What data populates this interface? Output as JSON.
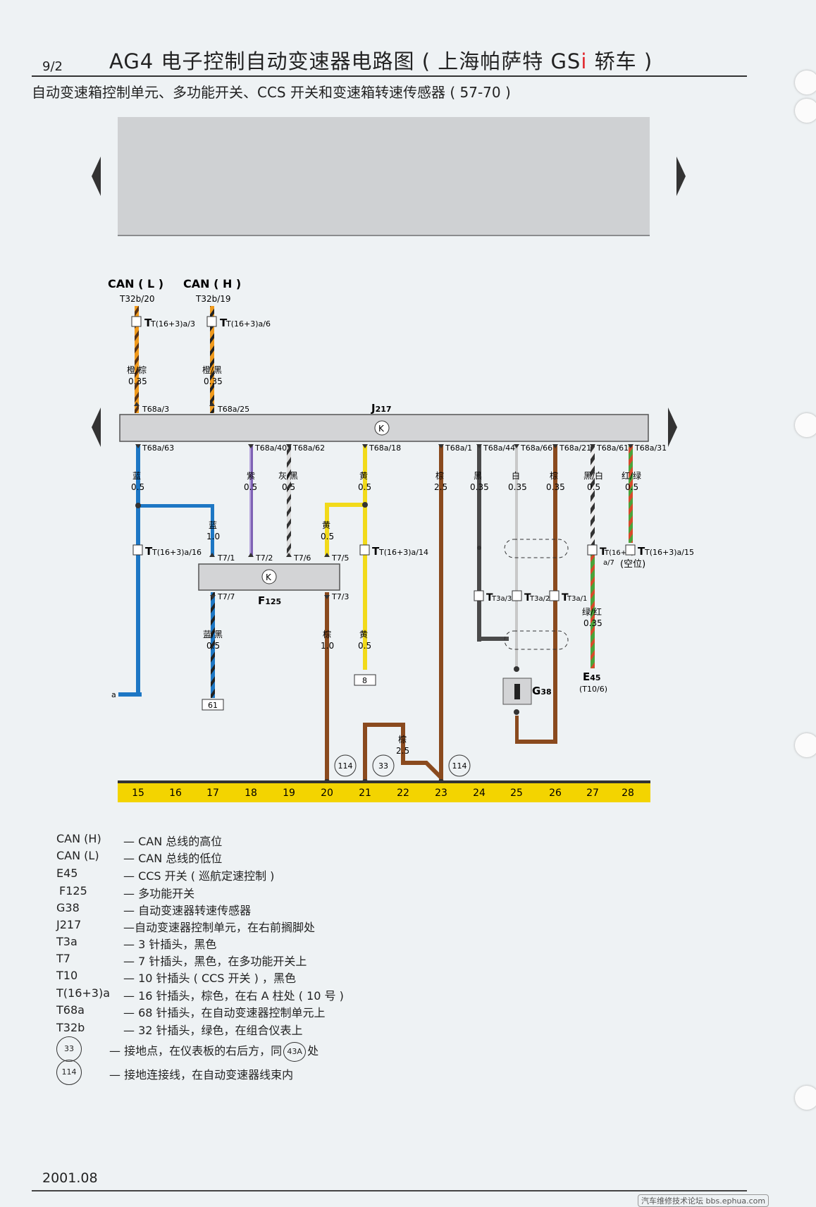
{
  "header": {
    "page_number": "9/2",
    "title_main": "AG4 电子控制自动变速器电路图 ( 上海帕萨特 GS",
    "title_i": "i",
    "title_tail": " 轿车 )",
    "subtitle": "自动变速箱控制单元、多功能开关、CCS 开关和变速箱转速传感器 ( 57-70 )"
  },
  "diagram": {
    "can_l": {
      "label": "CAN ( L )",
      "pin": "T32b/20",
      "connector": "T(16+3)a/3",
      "wire_color": "橙/棕",
      "wire_size": "0.35",
      "j_pin": "T68a/3"
    },
    "can_h": {
      "label": "CAN ( H )",
      "pin": "T32b/19",
      "connector": "T(16+3)a/6",
      "wire_color": "橙/黑",
      "wire_size": "0.35",
      "j_pin": "T68a/25"
    },
    "j217": {
      "name": "J",
      "sub": "217"
    },
    "f125": {
      "name": "F",
      "sub": "125"
    },
    "g38": {
      "name": "G",
      "sub": "38"
    },
    "e45": {
      "name": "E",
      "sub": "45",
      "note": "(T10/6)"
    },
    "j_bottom_pins": [
      "T68a/63",
      "T68a/40",
      "T68a/62",
      "T68a/18",
      "T68a/1",
      "T68a/44",
      "T68a/66",
      "T68a/21",
      "T68a/61",
      "T68a/31"
    ],
    "wires": [
      {
        "color_name": "蓝",
        "size": "0.5",
        "hex": "#1d77c4"
      },
      {
        "color_name": "紫",
        "size": "0.5",
        "hex": "#7f62b4"
      },
      {
        "color_name": "灰/黑",
        "size": "0.5",
        "hex": "#8a8a8a"
      },
      {
        "color_name": "黄",
        "size": "0.5",
        "hex": "#f2da1a"
      },
      {
        "color_name": "棕",
        "size": "2.5",
        "hex": "#8a4a1e"
      },
      {
        "color_name": "黑",
        "size": "0.35",
        "hex": "#444444"
      },
      {
        "color_name": "白",
        "size": "0.35",
        "hex": "#c8c8c8"
      },
      {
        "color_name": "棕",
        "size": "0.35",
        "hex": "#8a4a1e"
      },
      {
        "color_name": "黑/白",
        "size": "0.5",
        "hex": "#555555"
      },
      {
        "color_name": "红/绿",
        "size": "0.5",
        "hex": "#d84a2a"
      }
    ],
    "branch_blue": {
      "color_name": "蓝",
      "size": "1.0"
    },
    "branch_yellow": {
      "color_name": "黄",
      "size": "0.5"
    },
    "conn_16_16": "T(16+3)a/16",
    "conn_16_14": "T(16+3)a/14",
    "conn_16_7_a": "T(16+3)",
    "conn_16_7_b": "a/7",
    "conn_16_15": "T(16+3)a/15",
    "conn_16_15_note": "(空位)",
    "f_top_pins": [
      "T7/1",
      "T7/2",
      "T7/6",
      "T7/5"
    ],
    "f_bottom_pins": [
      "T7/7",
      "T7/3"
    ],
    "t3a": [
      "T3a/3",
      "T3a/2",
      "T3a/1"
    ],
    "below_f": [
      {
        "color_name": "蓝/黑",
        "size": "0.5"
      },
      {
        "color_name": "棕",
        "size": "1.0"
      },
      {
        "color_name": "黄",
        "size": "0.5"
      }
    ],
    "green_red": {
      "color_name": "绿/红",
      "size": "0.35"
    },
    "ground_wire": {
      "color_name": "棕",
      "size": "2.5"
    },
    "ref_61": "61",
    "ref_8": "8",
    "ref_a": "a",
    "ground_circles": [
      "114",
      "33",
      "114"
    ],
    "bus_numbers": [
      "15",
      "16",
      "17",
      "18",
      "19",
      "20",
      "21",
      "22",
      "23",
      "24",
      "25",
      "26",
      "27",
      "28"
    ],
    "bus_color": "#f3d400"
  },
  "legend": [
    {
      "key": "CAN (H)",
      "desc": "— CAN 总线的高位"
    },
    {
      "key": "CAN (L)",
      "desc": "— CAN 总线的低位"
    },
    {
      "key": "E45",
      "desc": "— CCS 开关 ( 巡航定速控制 )"
    },
    {
      "key": "F125",
      "desc": "— 多功能开关"
    },
    {
      "key": "G38",
      "desc": "— 自动变速器转速传感器"
    },
    {
      "key": "J217",
      "desc": "—自动变速器控制单元，在右前搁脚处"
    },
    {
      "key": "T3a",
      "desc": "— 3 针插头，黑色"
    },
    {
      "key": "T7",
      "desc": "— 7 针插头，黑色，在多功能开关上"
    },
    {
      "key": "T10",
      "desc": "— 10 针插头 ( CCS 开关 ) ，黑色"
    },
    {
      "key": "T(16+3)a",
      "desc": "— 16 针插头，棕色，在右 A 柱处 ( 10 号 )"
    },
    {
      "key": "T68a",
      "desc": "— 68 针插头，在自动变速器控制单元上"
    },
    {
      "key": "T32b",
      "desc": "— 32 针插头，绿色，在组合仪表上"
    }
  ],
  "legend_circles": [
    {
      "key": "33",
      "desc_a": "— 接地点，在仪表板的右后方，同",
      "inline": "43A",
      "desc_b": "处"
    },
    {
      "key": "114",
      "desc_a": "— 接地连接线，在自动变速器线束内"
    }
  ],
  "footer": {
    "date": "2001.08",
    "watermark": "汽车维修技术论坛 bbs.ephua.com"
  }
}
